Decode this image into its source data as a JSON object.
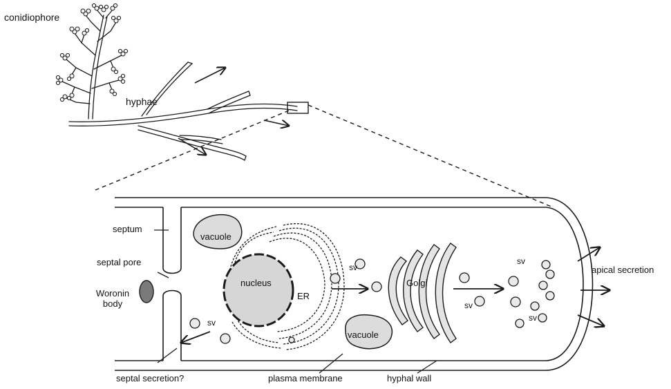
{
  "diagram": {
    "labels": {
      "conidiophore": "conidiophore",
      "hyphae": "hyphae",
      "septum": "septum",
      "septal_pore": "septal pore",
      "woronin_body_line1": "Woronin",
      "woronin_body_line2": "body",
      "vacuole_top": "vacuole",
      "vacuole_bottom": "vacuole",
      "nucleus": "nucleus",
      "er": "ER",
      "golgi": "Golgi",
      "sv_left": "sv",
      "sv_er": "sv",
      "sv_golgi": "sv",
      "sv_tip_top": "sv",
      "sv_tip_bottom": "sv",
      "apical_secretion": "apical secretion",
      "septal_secretion": "septal secretion?",
      "plasma_membrane": "plasma membrane",
      "hyphal_wall": "hyphal wall"
    },
    "colors": {
      "line": "#1a1a1a",
      "organelle_fill": "#d8d8d8",
      "woronin_fill": "#7a7a7a",
      "background": "#ffffff"
    }
  }
}
